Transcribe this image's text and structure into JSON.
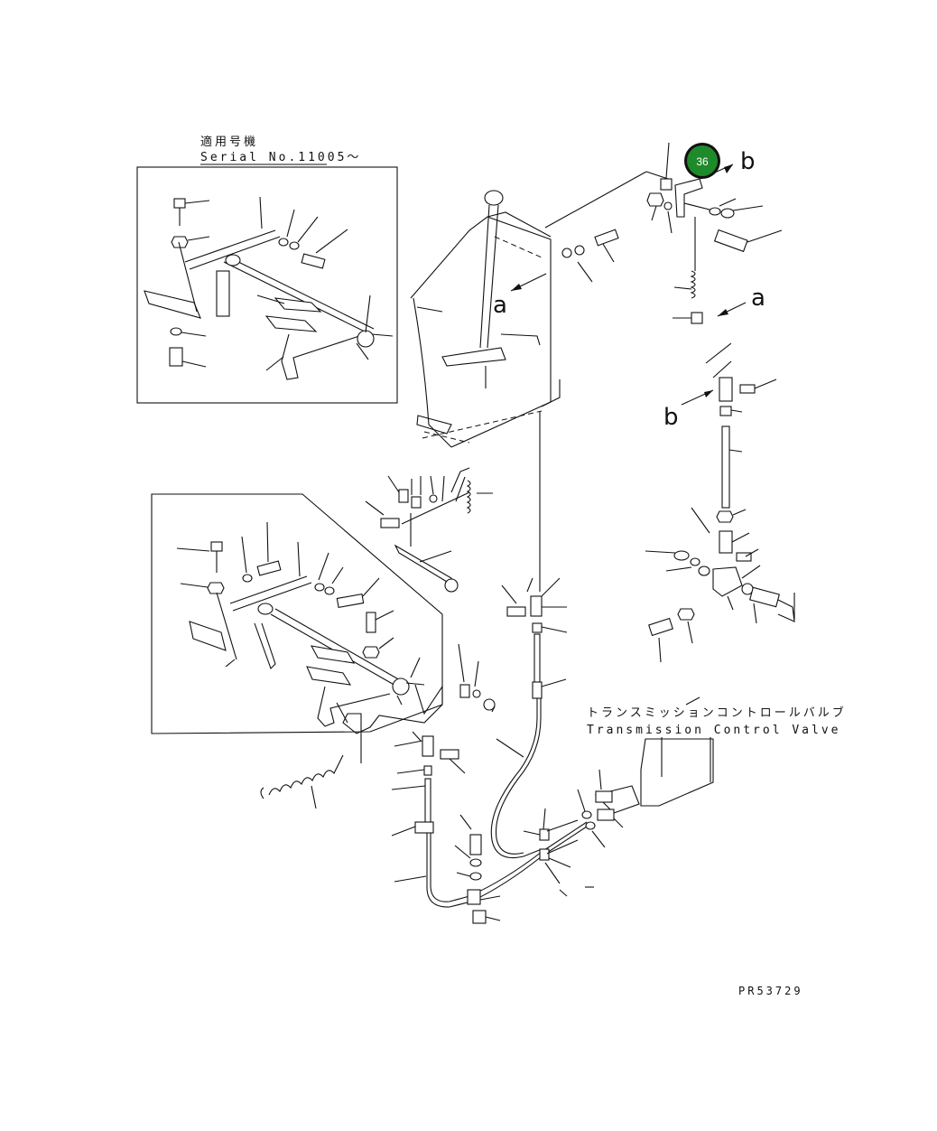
{
  "serial_note": {
    "jp": "適用号機",
    "en": "Serial No.11005～"
  },
  "valve_note": {
    "jp": "トランスミッションコントロールバルブ",
    "en": "Transmission Control Valve"
  },
  "view_letters": {
    "a_upper": "a",
    "b_upper": "b",
    "a_right": "a",
    "b_right": "b"
  },
  "callout": {
    "number": "36",
    "color": "#1f8a2a"
  },
  "drawing_code": "PR53729"
}
